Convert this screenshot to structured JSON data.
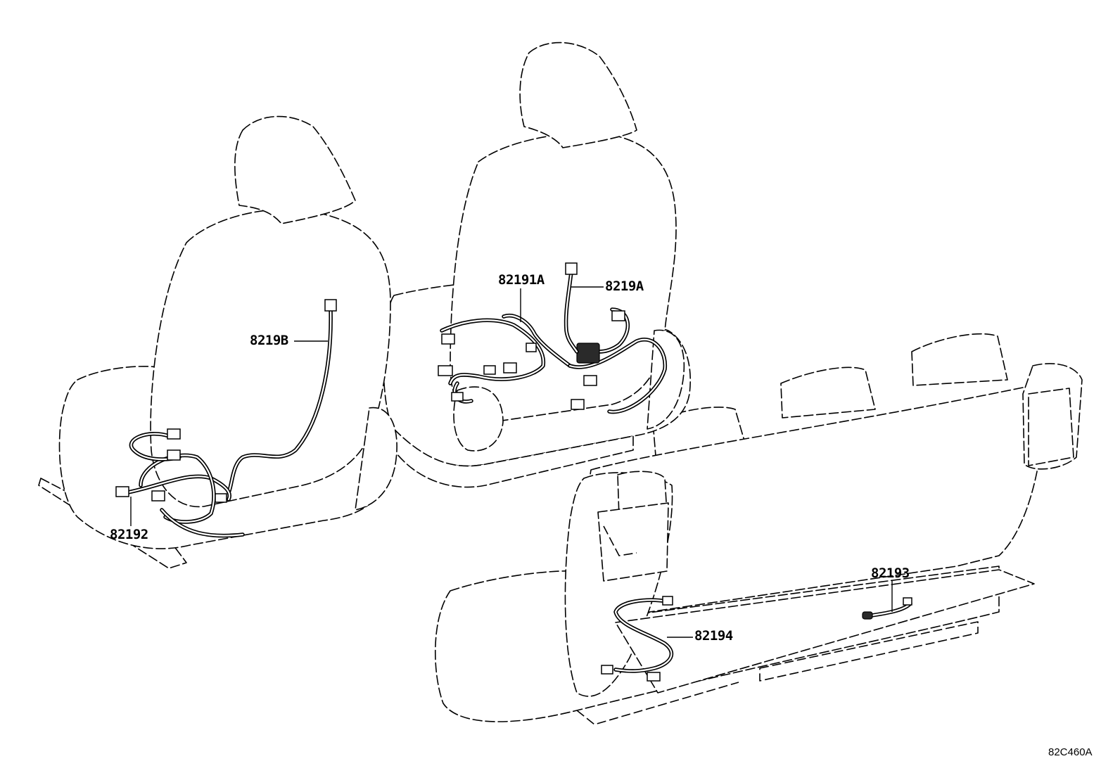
{
  "callouts": {
    "harness_8219b": "8219B",
    "harness_82192": "82192",
    "harness_82191a": "82191A",
    "harness_8219a": "8219A",
    "harness_82193": "82193",
    "harness_82194": "82194"
  },
  "figure_code": "82C460A"
}
